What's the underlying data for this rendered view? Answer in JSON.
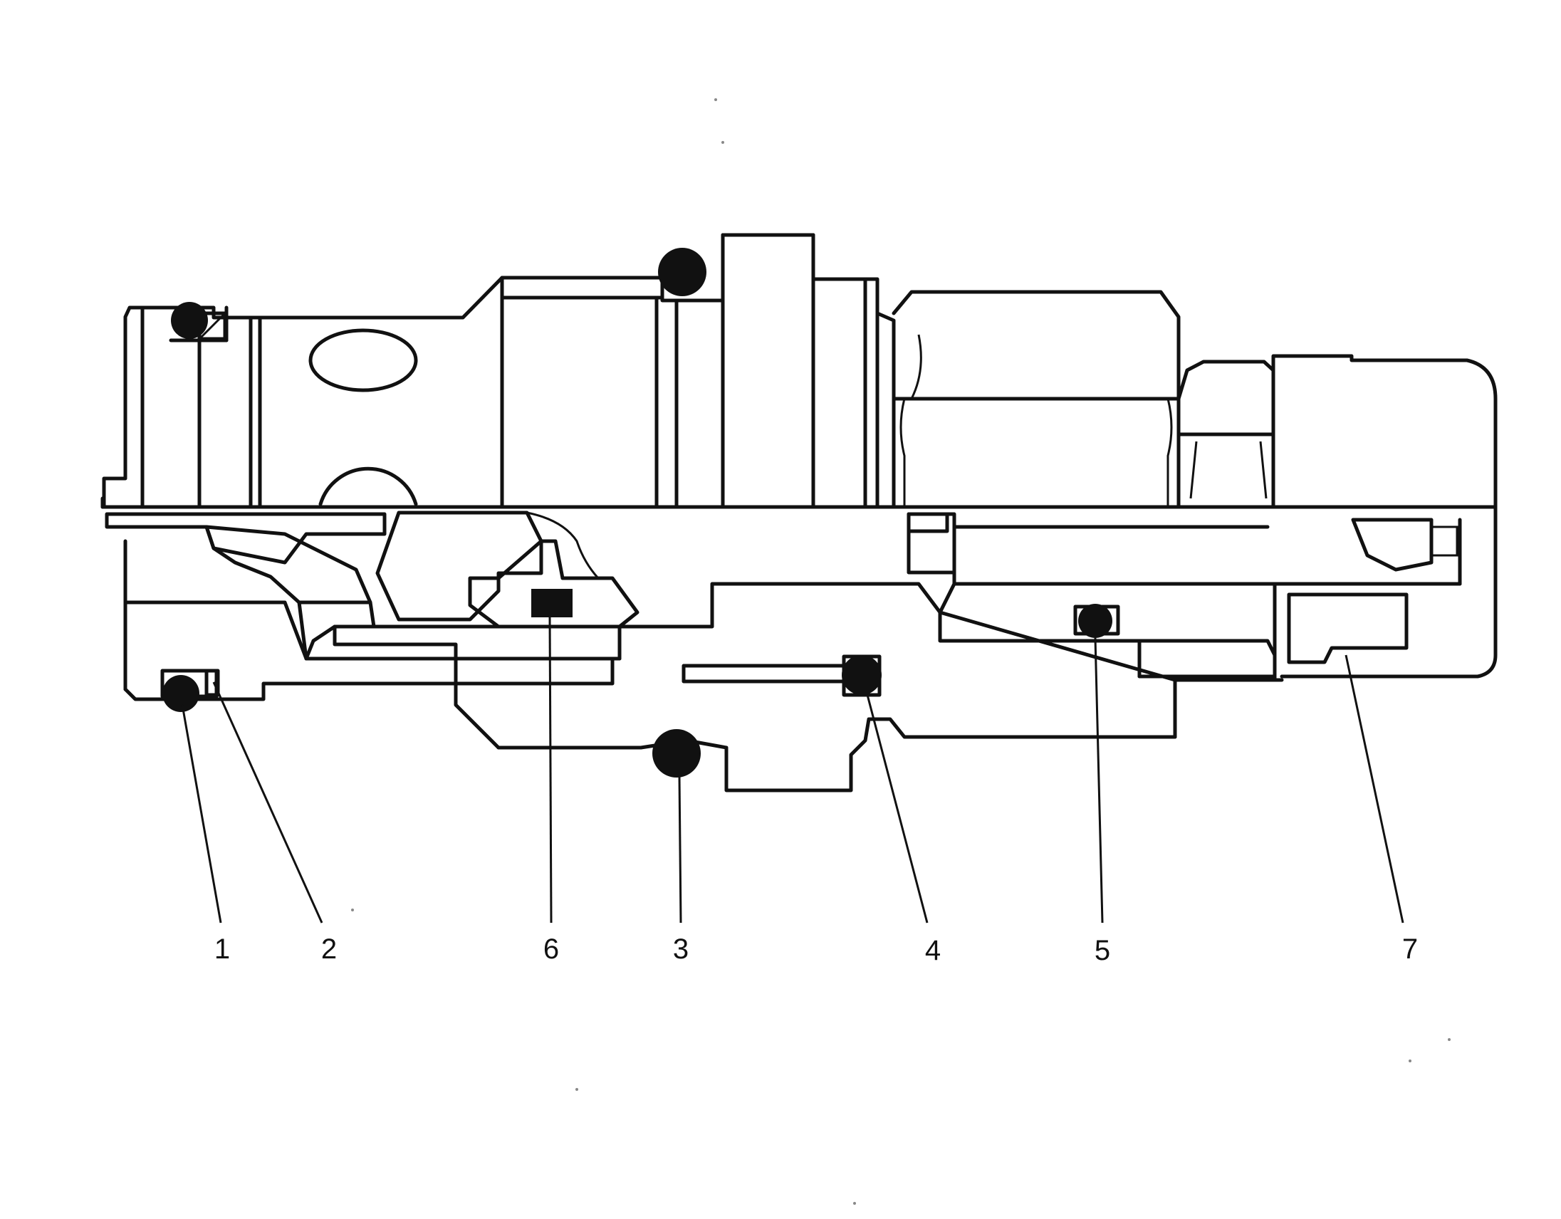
{
  "callouts": [
    {
      "id": "1",
      "label": "1"
    },
    {
      "id": "2",
      "label": "2"
    },
    {
      "id": "6",
      "label": "6"
    },
    {
      "id": "3",
      "label": "3"
    },
    {
      "id": "4",
      "label": "4"
    },
    {
      "id": "5",
      "label": "5"
    },
    {
      "id": "7",
      "label": "7"
    }
  ],
  "colors": {
    "ink": "#111111",
    "paper": "#ffffff"
  }
}
